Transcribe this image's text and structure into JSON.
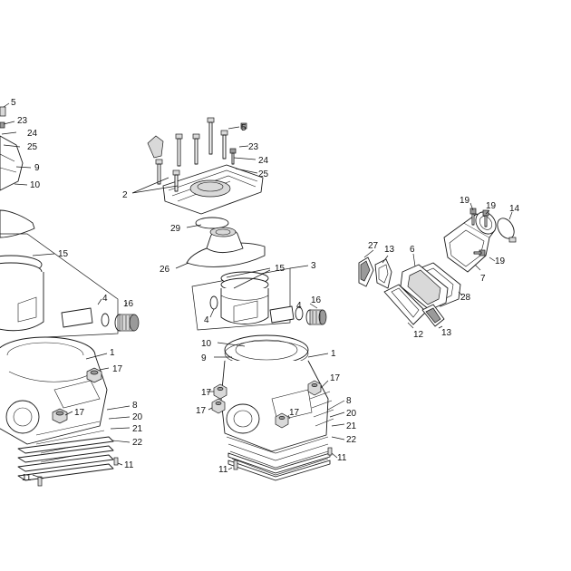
{
  "callouts": [
    {
      "id": "l-5",
      "text": "5"
    },
    {
      "id": "l-23",
      "text": "23"
    },
    {
      "id": "l-24",
      "text": "24"
    },
    {
      "id": "l-25",
      "text": "25"
    },
    {
      "id": "l-9",
      "text": "9"
    },
    {
      "id": "l-10",
      "text": "10"
    },
    {
      "id": "l-15",
      "text": "15"
    },
    {
      "id": "l-4",
      "text": "4"
    },
    {
      "id": "l-16",
      "text": "16"
    },
    {
      "id": "l-1",
      "text": "1"
    },
    {
      "id": "l-17a",
      "text": "17"
    },
    {
      "id": "l-17b",
      "text": "17"
    },
    {
      "id": "l-8",
      "text": "8"
    },
    {
      "id": "l-20",
      "text": "20"
    },
    {
      "id": "l-21",
      "text": "21"
    },
    {
      "id": "l-22",
      "text": "22"
    },
    {
      "id": "l-11a",
      "text": "11"
    },
    {
      "id": "l-11b",
      "text": "11"
    },
    {
      "id": "c-5",
      "text": "5"
    },
    {
      "id": "c-23",
      "text": "23"
    },
    {
      "id": "c-24",
      "text": "24"
    },
    {
      "id": "c-25",
      "text": "25"
    },
    {
      "id": "c-2",
      "text": "2"
    },
    {
      "id": "c-29",
      "text": "29"
    },
    {
      "id": "c-26",
      "text": "26"
    },
    {
      "id": "c-15",
      "text": "15"
    },
    {
      "id": "c-3",
      "text": "3"
    },
    {
      "id": "c-4a",
      "text": "4"
    },
    {
      "id": "c-4b",
      "text": "4"
    },
    {
      "id": "c-16",
      "text": "16"
    },
    {
      "id": "c-10",
      "text": "10"
    },
    {
      "id": "c-9",
      "text": "9"
    },
    {
      "id": "c-1",
      "text": "1"
    },
    {
      "id": "c-17a",
      "text": "17"
    },
    {
      "id": "c-17b",
      "text": "17"
    },
    {
      "id": "c-17c",
      "text": "17"
    },
    {
      "id": "c-17d",
      "text": "17"
    },
    {
      "id": "c-8",
      "text": "8"
    },
    {
      "id": "c-20",
      "text": "20"
    },
    {
      "id": "c-21",
      "text": "21"
    },
    {
      "id": "c-22",
      "text": "22"
    },
    {
      "id": "c-11a",
      "text": "11"
    },
    {
      "id": "c-11b",
      "text": "11"
    },
    {
      "id": "r-19a",
      "text": "19"
    },
    {
      "id": "r-19b",
      "text": "19"
    },
    {
      "id": "r-14",
      "text": "14"
    },
    {
      "id": "r-19c",
      "text": "19"
    },
    {
      "id": "r-27",
      "text": "27"
    },
    {
      "id": "r-13a",
      "text": "13"
    },
    {
      "id": "r-6",
      "text": "6"
    },
    {
      "id": "r-7",
      "text": "7"
    },
    {
      "id": "r-28",
      "text": "28"
    },
    {
      "id": "r-12",
      "text": "12"
    },
    {
      "id": "r-13b",
      "text": "13"
    }
  ]
}
